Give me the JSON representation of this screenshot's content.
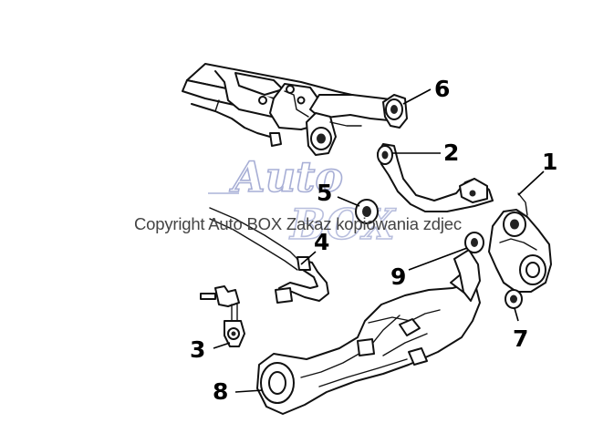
{
  "callouts": [
    "1",
    "2",
    "3",
    "4",
    "5",
    "6",
    "7",
    "8",
    "9"
  ],
  "watermark": {
    "logo_line1": "Auto",
    "logo_line2": "BOX",
    "copyright": "Copyright Auto BOX Zakaz kopiowania zdjec",
    "color": "#8a94c8"
  },
  "parts": [
    "crossmember",
    "upper-control-arm",
    "upper-link",
    "stabilizer-link",
    "stabilizer-bar",
    "toe-link-bushing",
    "front-bushing",
    "knuckle-bushing",
    "trailing-arm",
    "knuckle"
  ],
  "colors": {
    "line": "#111111",
    "background": "#ffffff"
  }
}
